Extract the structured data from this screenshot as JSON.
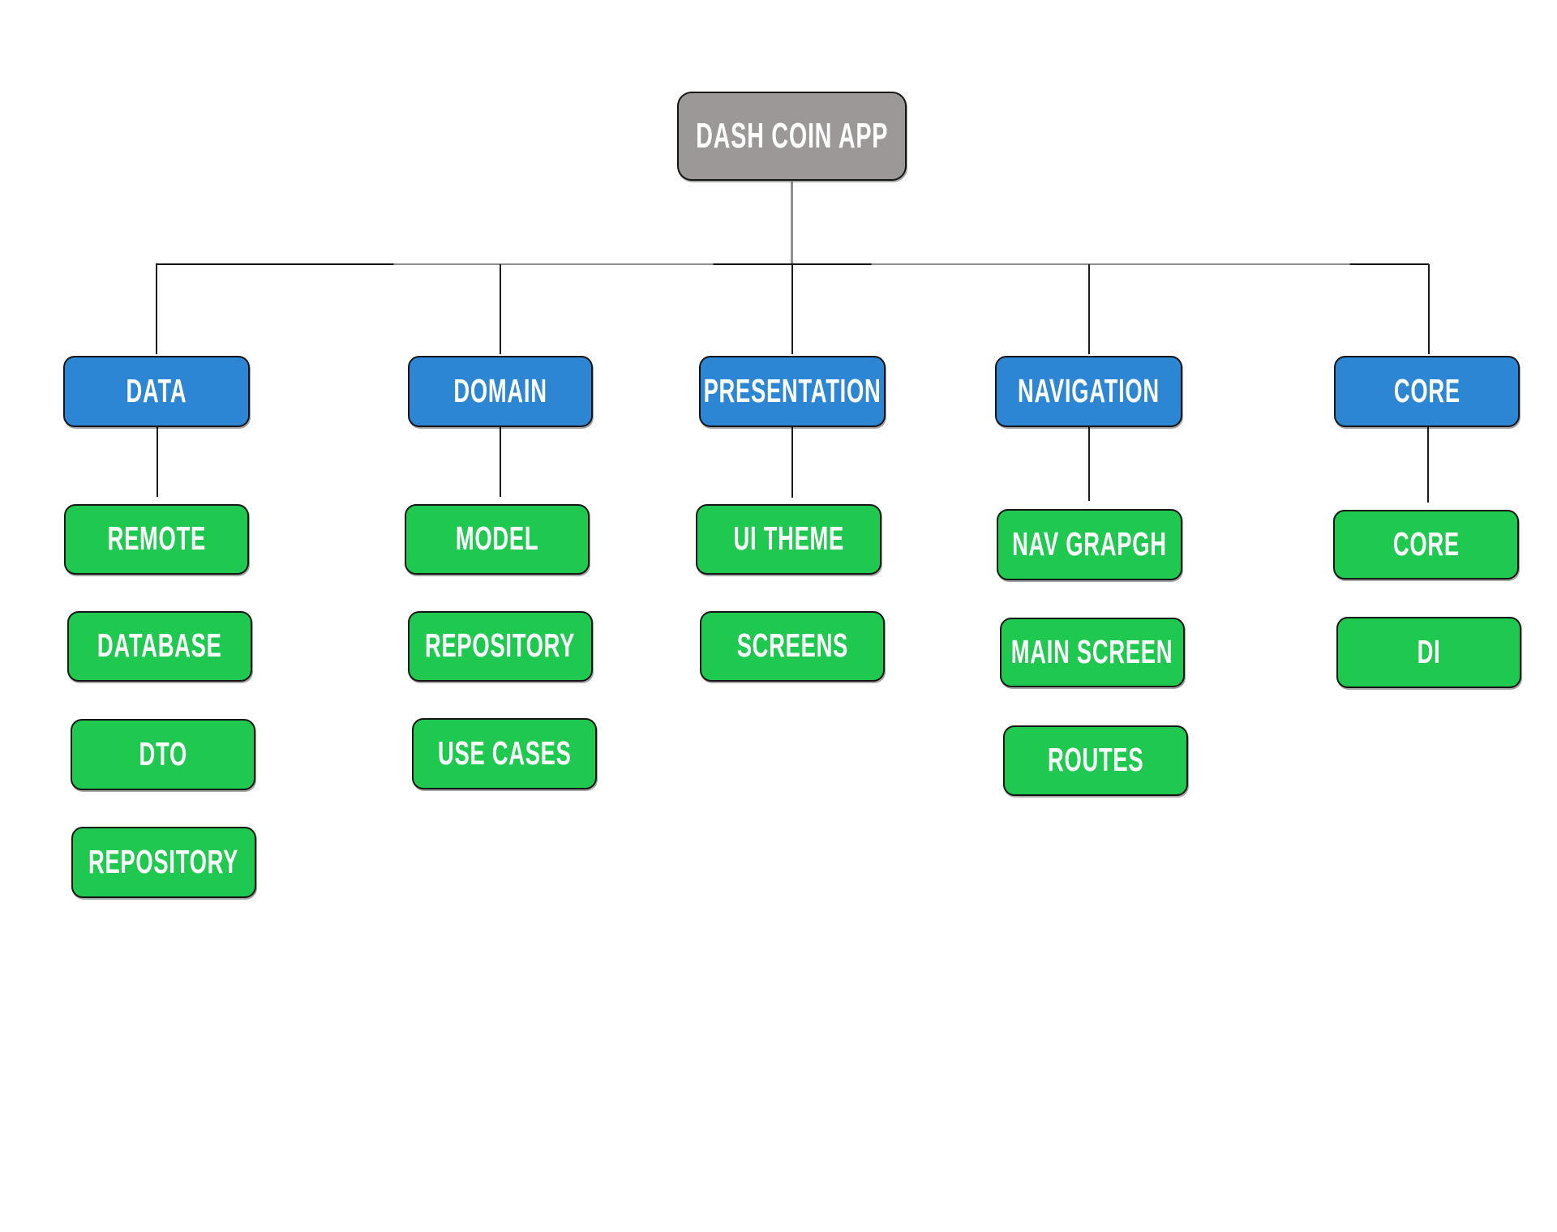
{
  "diagram": {
    "title": "DASH COIN APP",
    "type": "tree",
    "colors": {
      "root_fill": "#9d9898",
      "branch_fill": "#2d86d4",
      "leaf_fill": "#1fc94f",
      "node_border": "#151515",
      "label_text": "#ffffff",
      "connector_dark": "#1a1a1a",
      "connector_gray": "#8f8f8f",
      "background": "#ffffff"
    },
    "root": {
      "label": "DASH COIN APP"
    },
    "branches": [
      {
        "label": "DATA",
        "children": [
          "REMOTE",
          "DATABASE",
          "DTO",
          "REPOSITORY"
        ]
      },
      {
        "label": "DOMAIN",
        "children": [
          "MODEL",
          "REPOSITORY",
          "USE CASES"
        ]
      },
      {
        "label": "PRESENTATION",
        "children": [
          "UI THEME",
          "SCREENS"
        ]
      },
      {
        "label": "NAVIGATION",
        "children": [
          "NAV GRAPGH",
          "MAIN SCREEN",
          "ROUTES"
        ]
      },
      {
        "label": "CORE",
        "children": [
          "CORE",
          "DI"
        ]
      }
    ]
  }
}
